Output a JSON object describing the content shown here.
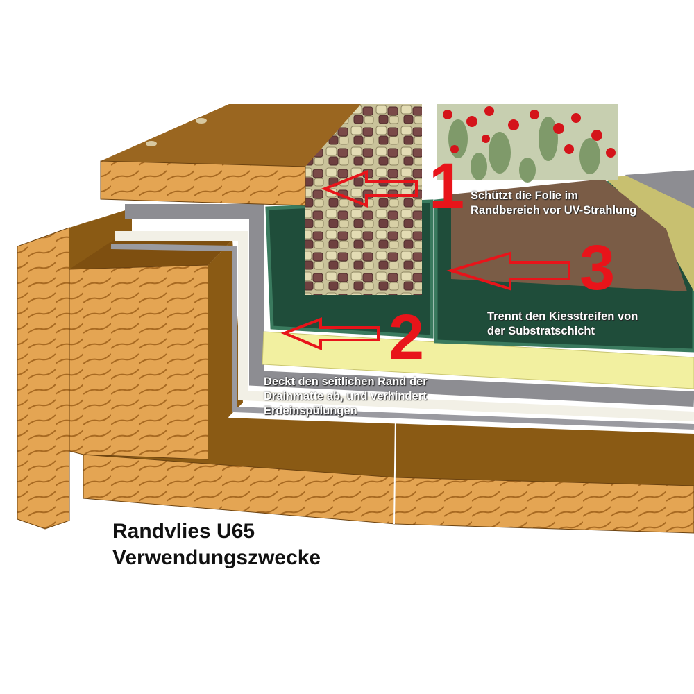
{
  "title": {
    "line1": "Randvlies U65",
    "line2": "Verwendungszwecke"
  },
  "callouts": [
    {
      "number": "1",
      "text_line1": "Schützt die Folie im",
      "text_line2": "Randbereich vor UV-Strahlung"
    },
    {
      "number": "2",
      "text_line1": "Deckt den seitlichen Rand der",
      "text_line2": "Drainmatte ab, und verhindert",
      "text_line3": "Erdeinspülungen"
    },
    {
      "number": "3",
      "text_line1": "Trennt den Kiesstreifen von",
      "text_line2": "der Substratschicht"
    }
  ],
  "colors": {
    "arrow": "#e8141a",
    "wood": "#e4a553",
    "wood_dark": "#8a5a14",
    "tray_green": "#1f4d3a",
    "drain_yellow": "#f2f0a0",
    "membrane_gray": "#8d8d92"
  }
}
